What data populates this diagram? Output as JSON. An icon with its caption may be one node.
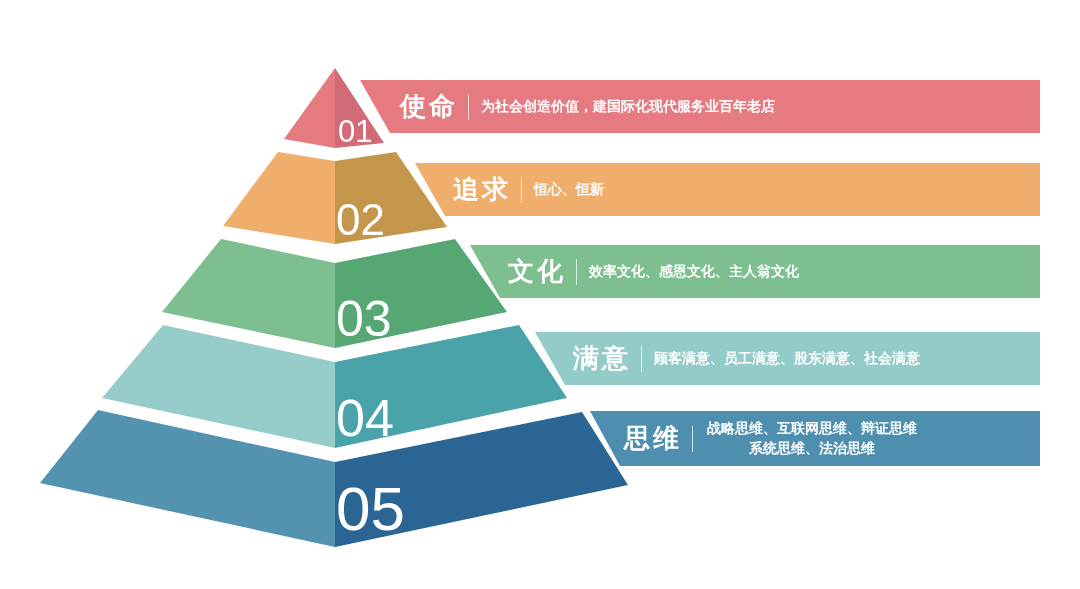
{
  "diagram": {
    "nodes": [
      {
        "text": [
          "01"
        ]
      },
      {
        "text": [
          "02"
        ]
      },
      {
        "text": [
          "03"
        ]
      },
      {
        "text": [
          "04"
        ]
      },
      {
        "text": [
          "05"
        ]
      },
      {
        "text": [
          "使命",
          "为社会创造价值，建国际化现代服务业百年老店"
        ]
      },
      {
        "text": [
          "追求",
          "恒心、恒新"
        ]
      },
      {
        "text": [
          "文化",
          "效率文化、感恩文化、主人翁文化"
        ]
      },
      {
        "text": [
          "满意",
          "顾客满意、员工满意、股东满意、社会满意"
        ]
      },
      {
        "text": [
          "思维",
          "战略思维、互联网思维、辩证思维系统思维、法治思维"
        ]
      }
    ]
  }
}
